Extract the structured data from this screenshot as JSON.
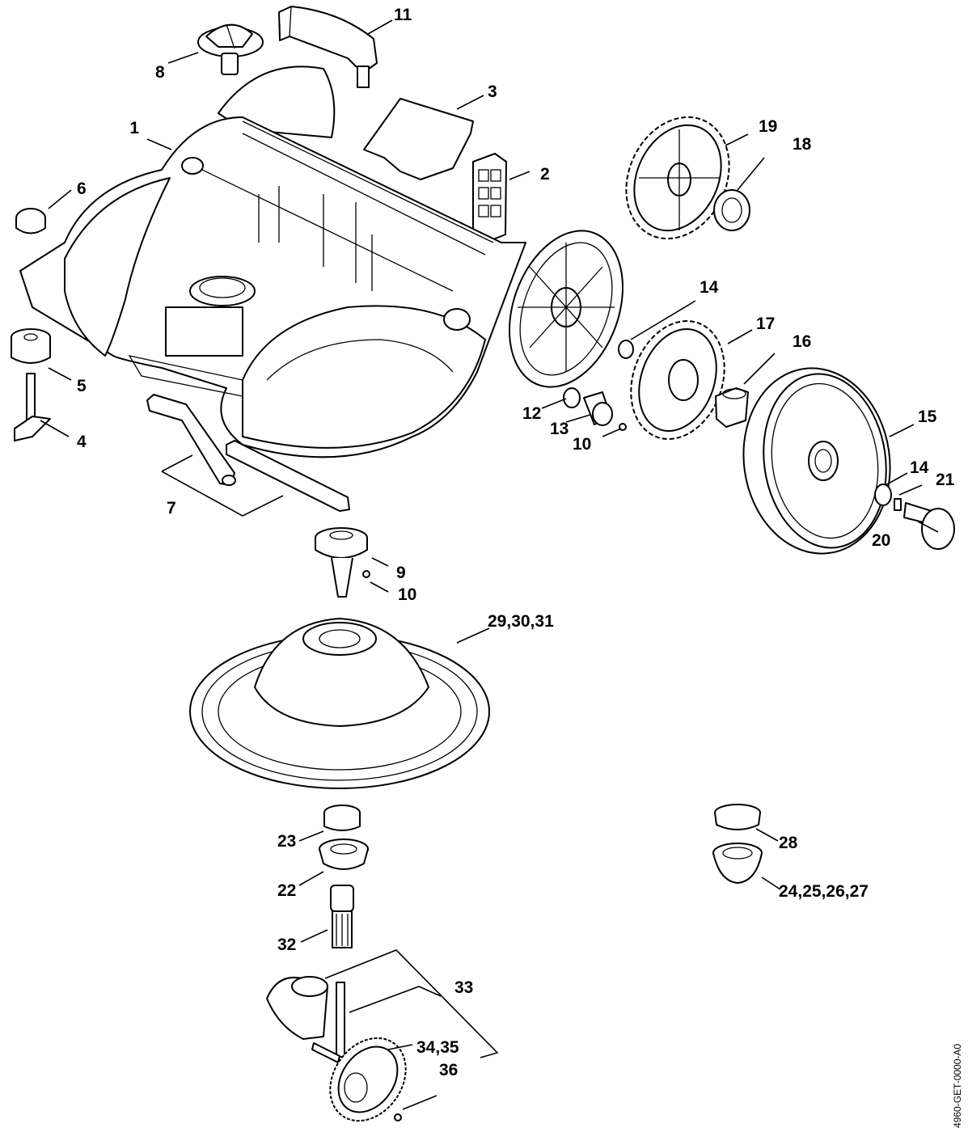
{
  "document_code": "4960-GET-0000-A0",
  "callouts": [
    {
      "id": "c1",
      "text": "1"
    },
    {
      "id": "c2",
      "text": "2"
    },
    {
      "id": "c3",
      "text": "3"
    },
    {
      "id": "c4",
      "text": "4"
    },
    {
      "id": "c5",
      "text": "5"
    },
    {
      "id": "c6",
      "text": "6"
    },
    {
      "id": "c7",
      "text": "7"
    },
    {
      "id": "c8",
      "text": "8"
    },
    {
      "id": "c9",
      "text": "9"
    },
    {
      "id": "c10a",
      "text": "10"
    },
    {
      "id": "c10b",
      "text": "10"
    },
    {
      "id": "c11",
      "text": "11"
    },
    {
      "id": "c12",
      "text": "12"
    },
    {
      "id": "c13",
      "text": "13"
    },
    {
      "id": "c14a",
      "text": "14"
    },
    {
      "id": "c14b",
      "text": "14"
    },
    {
      "id": "c15",
      "text": "15"
    },
    {
      "id": "c16",
      "text": "16"
    },
    {
      "id": "c17",
      "text": "17"
    },
    {
      "id": "c18",
      "text": "18"
    },
    {
      "id": "c19",
      "text": "19"
    },
    {
      "id": "c20",
      "text": "20"
    },
    {
      "id": "c21",
      "text": "21"
    },
    {
      "id": "c22",
      "text": "22"
    },
    {
      "id": "c23",
      "text": "23"
    },
    {
      "id": "c24",
      "text": "24,25,26,27"
    },
    {
      "id": "c28",
      "text": "28"
    },
    {
      "id": "c29",
      "text": "29,30,31"
    },
    {
      "id": "c32",
      "text": "32"
    },
    {
      "id": "c33",
      "text": "33"
    },
    {
      "id": "c34",
      "text": "34,35"
    },
    {
      "id": "c36",
      "text": "36"
    }
  ]
}
